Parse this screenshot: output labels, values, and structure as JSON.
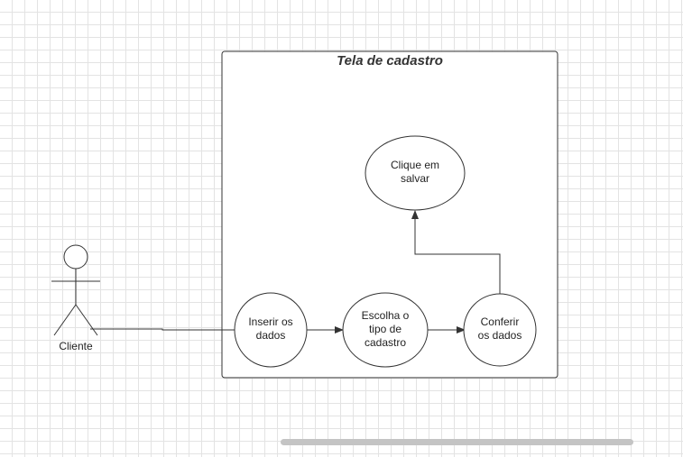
{
  "diagram": {
    "system_title": "Tela de cadastro",
    "actor": {
      "name": "Cliente"
    },
    "use_cases": [
      {
        "id": "inserir",
        "label": "Inserir os\ndados"
      },
      {
        "id": "escolha",
        "label": "Escolha o\ntipo de\ncadastro"
      },
      {
        "id": "conferir",
        "label": "Conferir\nos dados"
      },
      {
        "id": "salvar",
        "label": "Clique em\nsalvar"
      }
    ]
  },
  "colors": {
    "stroke": "#333333",
    "grid": "#e3e3e3",
    "scrollbar": "#c4c4c4"
  }
}
